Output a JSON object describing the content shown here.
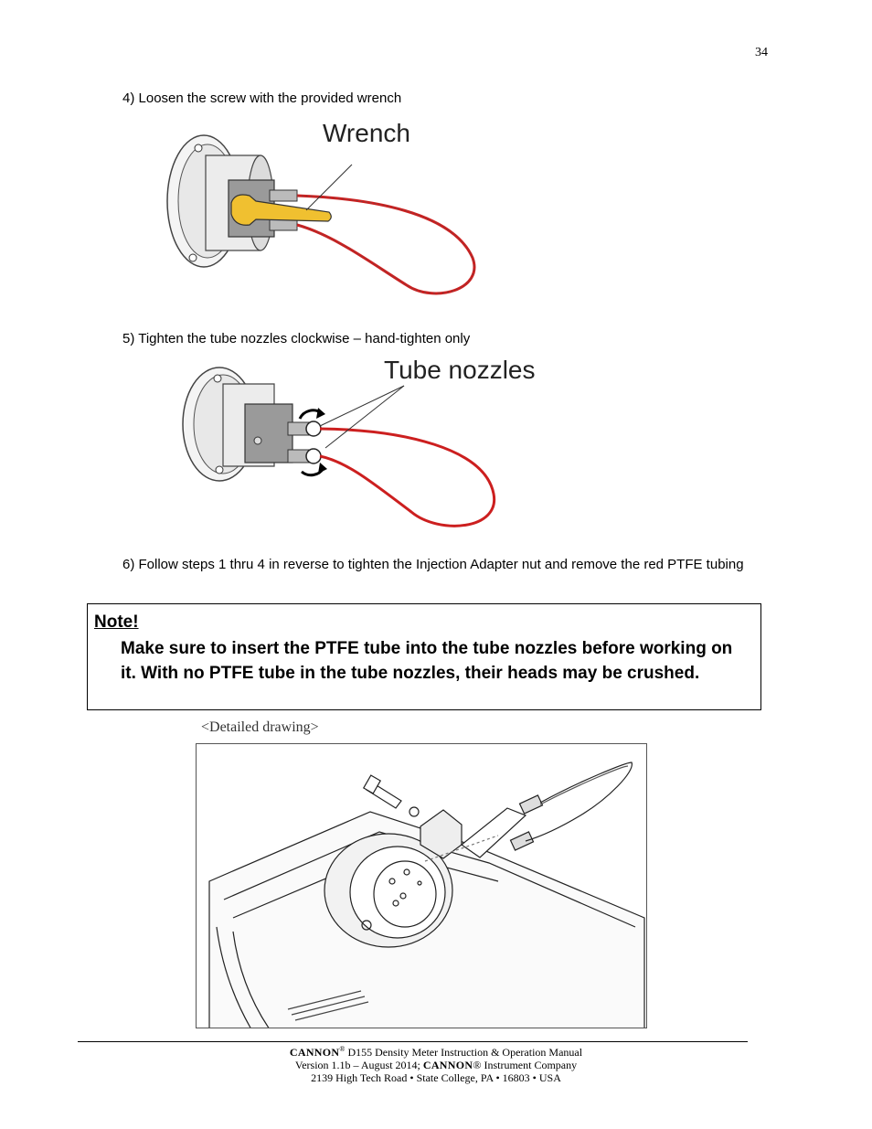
{
  "page_number": "34",
  "steps": [
    {
      "text": "4)  Loosen the screw with the provided wrench",
      "figure_label": "Wrench"
    },
    {
      "text": "5)  Tighten the tube nozzles clockwise – hand-tighten only",
      "figure_label": "Tube nozzles"
    },
    {
      "text": "6)  Follow steps 1 thru 4 in reverse to tighten the Injection Adapter nut and remove the red PTFE tubing"
    }
  ],
  "note": {
    "title": "Note!",
    "body": "Make sure to insert the PTFE tube into the tube nozzles before working on it.    With no PTFE tube in the tube nozzles, their heads may be crushed."
  },
  "detail_caption": "<Detailed drawing>",
  "footer": {
    "brand": "CANNON",
    "reg_mark": "®",
    "line1_rest": " D155 Density Meter Instruction & Operation Manual",
    "line2_pre": "Version 1.1b – August 2014; ",
    "line2_post": "® Instrument Company",
    "line3": "2139 High Tech Road • State College, PA • 16803 • USA"
  },
  "colors": {
    "tubing": "#cc1f1f",
    "wrench": "#f0c030",
    "arrow": "#000000"
  }
}
